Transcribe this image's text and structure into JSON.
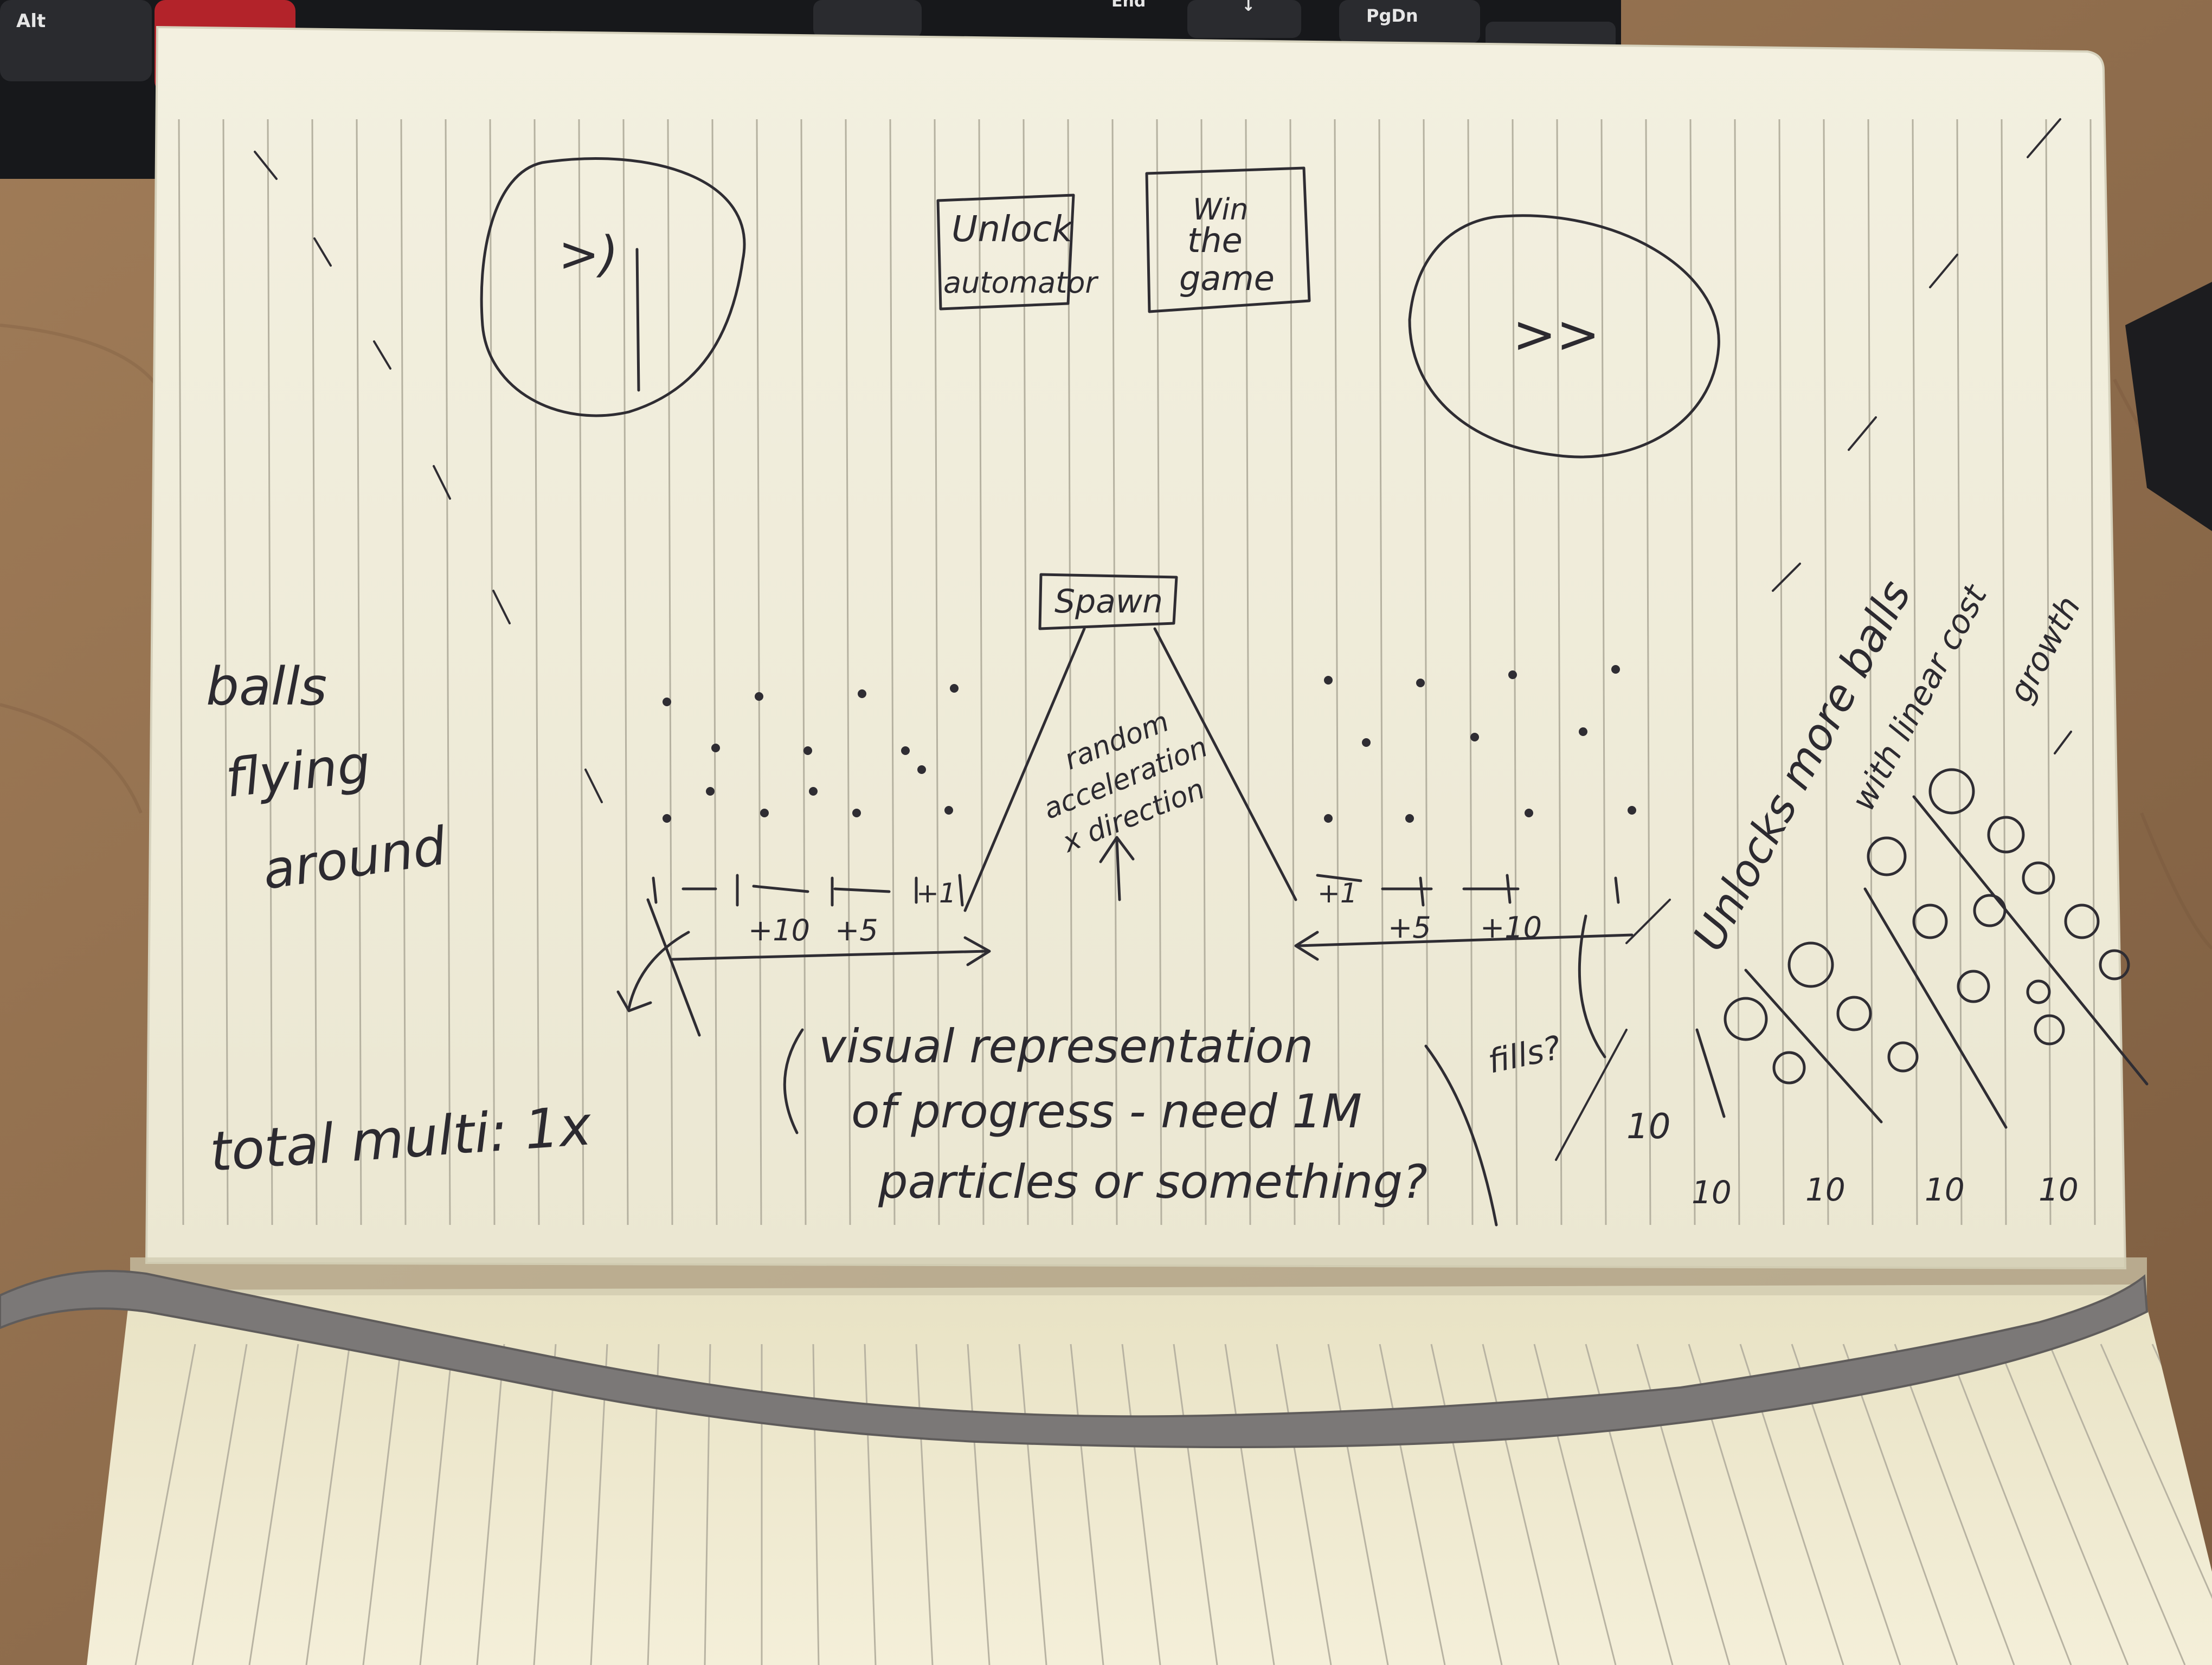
{
  "keyboard": {
    "keys": [
      "Alt",
      "End",
      "↓",
      "PgDn"
    ]
  },
  "sketch": {
    "left_button_glyph": ">)",
    "right_button_glyph": ">>",
    "unlock_box": [
      "Unlock",
      "automator"
    ],
    "win_box": [
      "Win",
      "the",
      "game"
    ],
    "spawn_label": "Spawn",
    "balls_note": [
      "balls",
      "flying",
      "around"
    ],
    "random_note": [
      "random",
      "acceleration",
      "x direction"
    ],
    "left_bins": [
      "+10",
      "+5",
      "+1"
    ],
    "right_bins": [
      "+1",
      "+5",
      "+10"
    ],
    "fills_note": "fills?",
    "total_multi": "total multi: 1x",
    "progress_note": [
      "visual representation",
      "of progress - need 1M",
      "particles or something?"
    ],
    "unlocks_note": [
      "Unlocks more balls",
      "with linear cost",
      "growth"
    ],
    "column_costs": [
      "10",
      "10",
      "10",
      "10"
    ],
    "column_label": "10"
  }
}
